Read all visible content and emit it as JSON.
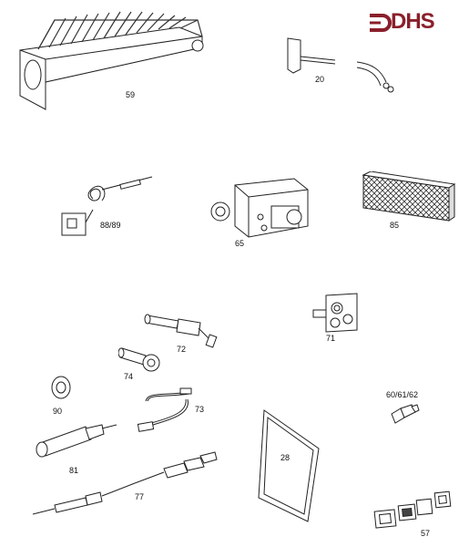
{
  "brand": {
    "name": "DHS",
    "color": "#8a1f2b"
  },
  "parts": [
    {
      "id": "p59",
      "label": "59",
      "icon": "burner-bar-assembly"
    },
    {
      "id": "p20",
      "label": "20",
      "icon": "electrode-lead"
    },
    {
      "id": "p8889",
      "label": "88/89",
      "icon": "thermostat-bulb"
    },
    {
      "id": "p65",
      "label": "65",
      "icon": "gas-valve"
    },
    {
      "id": "p85",
      "label": "85",
      "icon": "insulation-panel"
    },
    {
      "id": "p72",
      "label": "72",
      "icon": "ignition-electrode"
    },
    {
      "id": "p71",
      "label": "71",
      "icon": "pilot-bracket"
    },
    {
      "id": "p74",
      "label": "74",
      "icon": "injector-sleeve"
    },
    {
      "id": "p90",
      "label": "90",
      "icon": "sight-glass"
    },
    {
      "id": "p73",
      "label": "73",
      "icon": "cable-lead"
    },
    {
      "id": "p606162",
      "label": "60/61/62",
      "icon": "injector-nozzle"
    },
    {
      "id": "p81",
      "label": "81",
      "icon": "flame-sensor"
    },
    {
      "id": "p28",
      "label": "28",
      "icon": "door-gasket"
    },
    {
      "id": "p77",
      "label": "77",
      "icon": "thermocouple"
    },
    {
      "id": "p57",
      "label": "57",
      "icon": "gasket-set"
    }
  ]
}
